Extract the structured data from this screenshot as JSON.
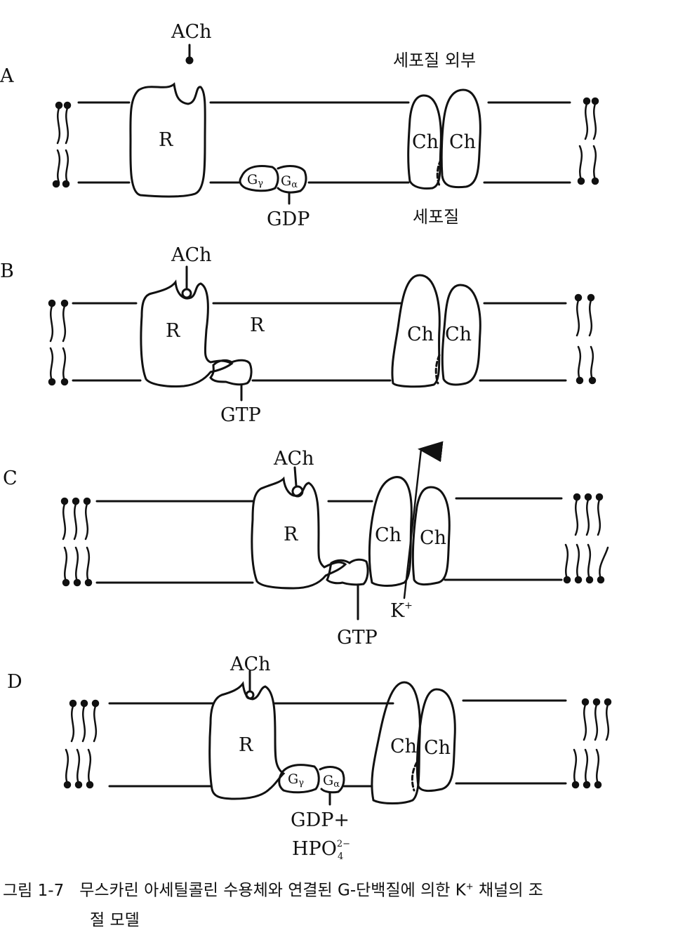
{
  "panels": [
    {
      "id": "A",
      "ligand": "ACh",
      "receptor": "R",
      "channel": [
        "Ch",
        "Ch"
      ],
      "g_protein": [
        "G",
        "G"
      ],
      "g_subscripts": [
        "γ",
        "α"
      ],
      "nucleotide": "GDP",
      "outside_label": "세포질 외부",
      "inside_label": "세포질"
    },
    {
      "id": "B",
      "ligand": "ACh",
      "receptor": "R",
      "extra_label": "R",
      "channel": [
        "Ch",
        "Ch"
      ],
      "nucleotide": "GTP"
    },
    {
      "id": "C",
      "ligand": "ACh",
      "receptor": "R",
      "channel": [
        "Ch",
        "Ch"
      ],
      "ion": "K",
      "ion_charge": "+",
      "nucleotide": "GTP"
    },
    {
      "id": "D",
      "ligand": "ACh",
      "receptor": "R",
      "channel": [
        "Ch",
        "Ch"
      ],
      "g_protein": [
        "G",
        "G"
      ],
      "g_subscripts": [
        "γ",
        "α"
      ],
      "nucleotide": "GDP+",
      "phosphate": "HPO",
      "phosphate_charge": "2−",
      "phosphate_sub": "4"
    }
  ],
  "caption": {
    "number": "그림 1-7",
    "text_before": "무스카린 아세틸콜린 수용체와 연결된 G-단백질에 의한 K",
    "superscript": "+",
    "text_after": " 채널의 조",
    "line2": "절 모델"
  }
}
